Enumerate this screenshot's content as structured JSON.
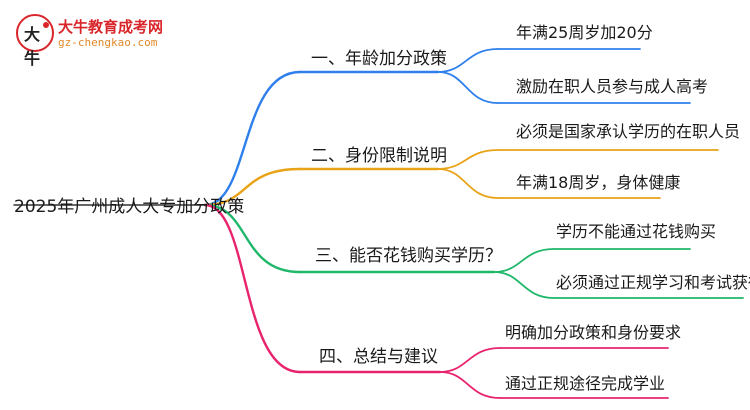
{
  "brand": {
    "name": "大牛教育成考网",
    "url": "gz-chengkao.com",
    "logo_glyph": "大牛"
  },
  "root": "2025年广州成人大专加分政策",
  "branches": [
    {
      "label": "一、年龄加分政策",
      "color": "#2f80ed",
      "leaves": [
        "年满25周岁加20分",
        "激励在职人员参与成人高考"
      ]
    },
    {
      "label": "二、身份限制说明",
      "color": "#e8a317",
      "leaves": [
        "必须是国家承认学历的在职人员",
        "年满18周岁，身体健康"
      ]
    },
    {
      "label": "三、能否花钱购买学历？",
      "color": "#1fb86a",
      "leaves": [
        "学历不能通过花钱购买",
        "必须通过正规学习和考试获得"
      ]
    },
    {
      "label": "四、总结与建议",
      "color": "#e8246e",
      "leaves": [
        "明确加分政策和身份要求",
        "通过正规途径完成学业"
      ]
    }
  ]
}
